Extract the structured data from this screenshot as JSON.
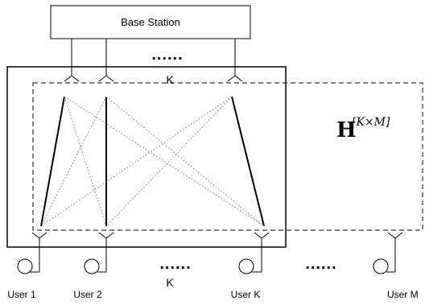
{
  "base_station": {
    "label": "Base Station"
  },
  "bs_antennas": {
    "dots": "......",
    "count_label": "K"
  },
  "users": [
    {
      "label": "User 1"
    },
    {
      "label": "User 2"
    },
    {
      "label": "User K"
    },
    {
      "label": "User M"
    }
  ],
  "user_row": {
    "dots_k": "......",
    "dots_m": "......",
    "count_label": "K"
  },
  "channel_matrix": {
    "symbol": "H",
    "dimension": "[K×M]"
  }
}
